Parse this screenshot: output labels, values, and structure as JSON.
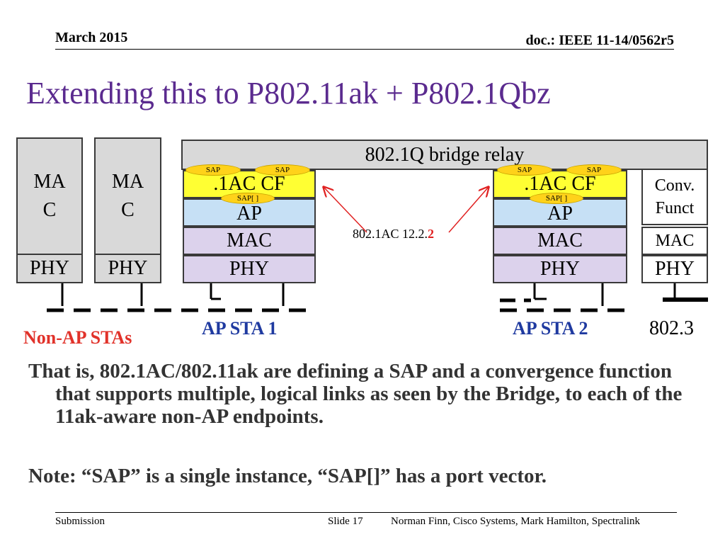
{
  "header": {
    "date": "March 2015",
    "doc": "doc.: IEEE 11-14/0562r5"
  },
  "title": "Extending this to P802.11ak + P802.1Qbz",
  "diagram": {
    "relay": "802.1Q bridge relay",
    "nonap1": {
      "mac": "MA\nC",
      "phy": "PHY"
    },
    "nonap2": {
      "mac": "MA\nC",
      "phy": "PHY"
    },
    "ap1": {
      "cf": ".1AC CF",
      "ap": "AP",
      "mac": "MAC",
      "phy": "PHY",
      "sap_a": "SAP",
      "sap_b": "SAP",
      "sap_vec": "SAP[ ]"
    },
    "ap2": {
      "cf": ".1AC CF",
      "ap": "AP",
      "mac": "MAC",
      "phy": "PHY",
      "sap_a": "SAP",
      "sap_b": "SAP",
      "sap_vec": "SAP[ ]"
    },
    "eth": {
      "conv": "Conv.\nFunct",
      "mac": "MAC",
      "phy": "PHY"
    },
    "ref_label": "802.1AC 12.2.",
    "ref_label_red": "2",
    "nonap_label": "Non-AP STAs",
    "ap1_label": "AP STA 1",
    "ap2_label": "AP STA 2",
    "eth_label": "802.3",
    "colors": {
      "title": "#5b2b8f",
      "nonap_label": "#e1322a",
      "ap_label": "#1f3aa0",
      "yellow": "#ffff33",
      "sap": "#ffd21a",
      "blue": "#c6e0f5",
      "lavender": "#dcd2ec",
      "relay": "#d9d9d9"
    }
  },
  "body": {
    "p1": "That is, 802.1AC/802.11ak  are defining a SAP and a convergence function that supports multiple, logical links as seen by the Bridge, to each of the 11ak-aware non-AP endpoints.",
    "p2": "Note: “SAP” is a single instance, “SAP[]” has a port vector."
  },
  "footer": {
    "left": "Submission",
    "slide": "Slide 17",
    "authors": "Norman Finn, Cisco Systems, Mark Hamilton, Spectralink"
  }
}
